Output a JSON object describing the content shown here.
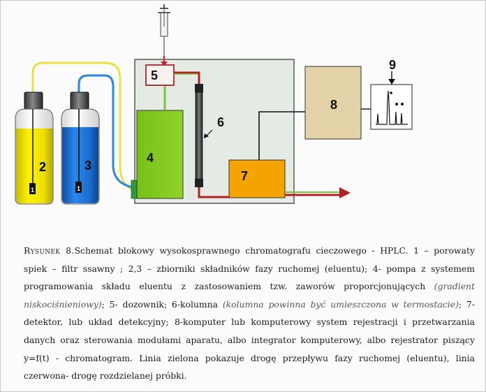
{
  "diagram": {
    "labels": {
      "n1_a": "1",
      "n1_b": "1",
      "n2": "2",
      "n3": "3",
      "n4": "4",
      "n5": "5",
      "n6": "6",
      "n7": "7",
      "n8": "8",
      "n9": "9"
    },
    "colors": {
      "eluent_yellow": "#f4e600",
      "eluent_blue": "#1b73d6",
      "pump_green": "#88cc22",
      "detector_orange": "#f5a300",
      "computer_tan": "#e3d2a8",
      "flow_green": "#7ac143",
      "flow_red": "#b22222",
      "system_box": "#e4ebe4"
    }
  },
  "caption": {
    "label": "Rysunek 8.",
    "body_1": "Schemat blokowy wysokosprawnego chromatografu cieczowego - HPLC. 1 – porowaty spiek – filtr ssawny ; 2,3 – zbiorniki składników fazy ruchomej (eluentu); 4- pompa z systemem programowania składu eluentu z zastosowaniem tzw. zaworów proporcjonujących ",
    "italic_1": "(gradient niskociśnieniowy)",
    "body_2": "; 5- dozownik; 6-kolumna ",
    "italic_2": "(kolumna  powinna być umieszczona w termostacie)",
    "body_3": "; 7- detektor, lub układ detekcyjny; 8-komputer lub komputerowy system rejestracji i przetwarzania danych oraz sterowania modułami aparatu, albo integrator komputerowy, albo rejestrator piszący y=f(t) - chromatogram. Linia zielona pokazuje drogę przepływu fazy ruchomej (eluentu), linia czerwona- drogę rozdzielanej próbki."
  }
}
